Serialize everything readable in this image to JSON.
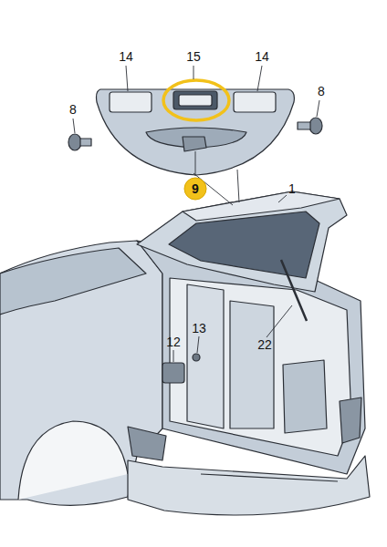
{
  "diagram": {
    "nodes": [
      {
        "text": [
          "9"
        ]
      }
    ],
    "labels": [
      "14",
      "15",
      "14",
      "8",
      "8",
      "1",
      "13",
      "12",
      "22"
    ]
  }
}
